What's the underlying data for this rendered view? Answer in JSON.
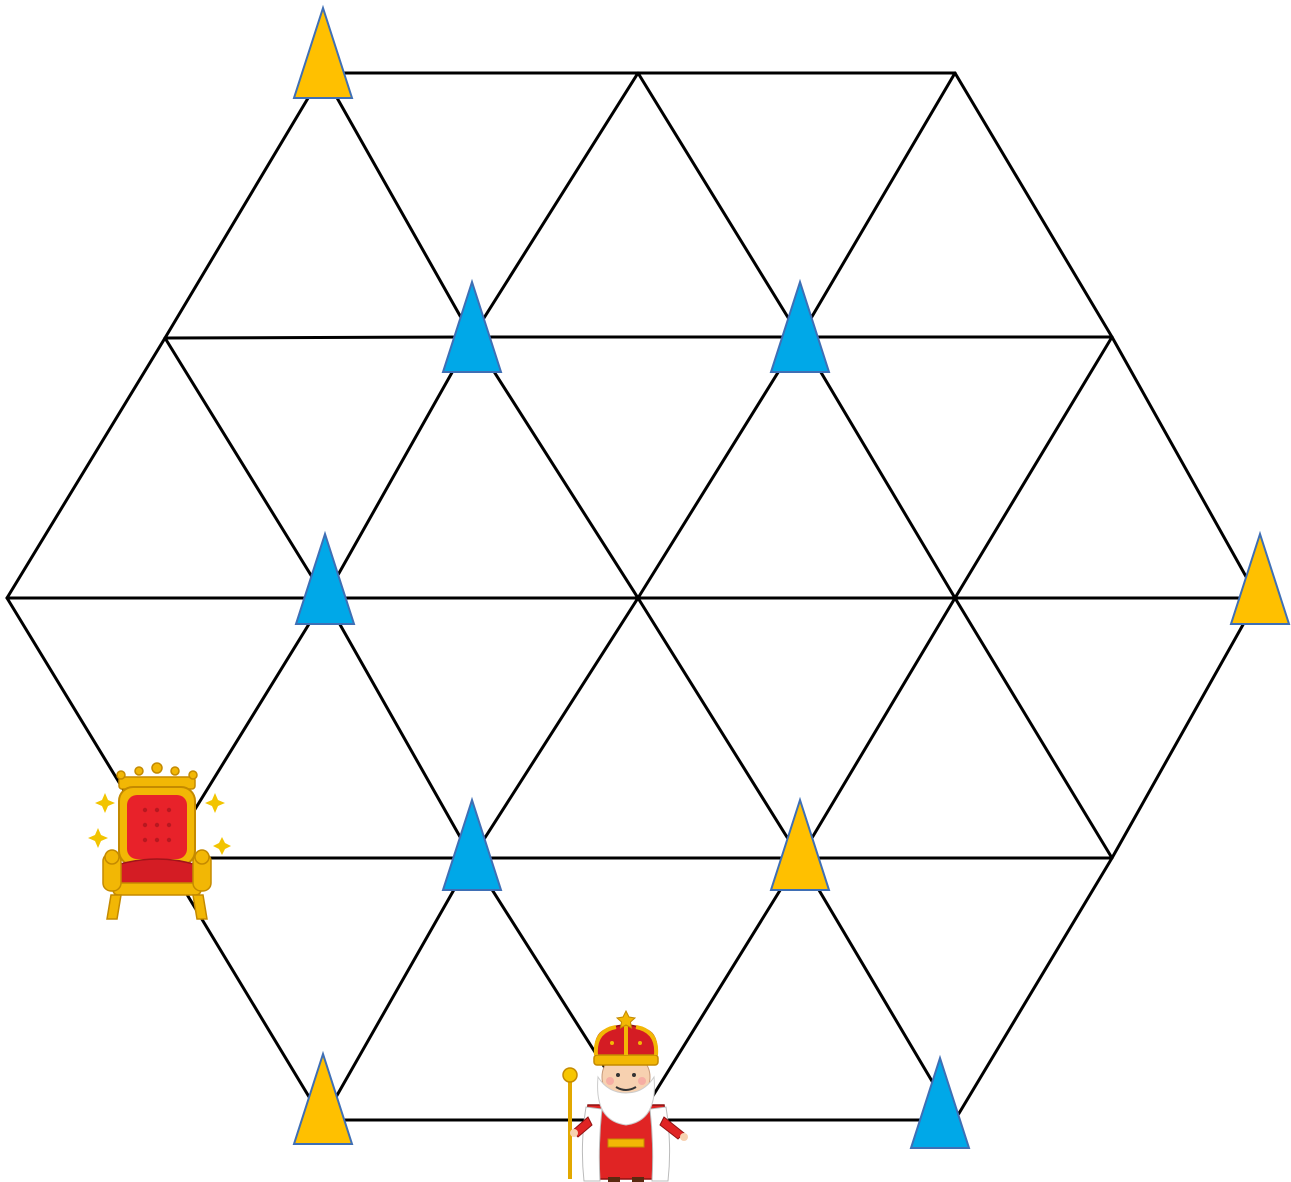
{
  "game": {
    "board_type": "triangular-grid-hexagon",
    "colors": {
      "grid_line": "#000000",
      "marker_yellow": "#FFC000",
      "marker_blue": "#00A8E8",
      "marker_outline": "#3F6FB5",
      "throne_red": "#E8222A",
      "throne_gold": "#F2B705",
      "king_robe": "#E02424",
      "king_fur": "#FFFFFF",
      "king_crown": "#F2B705"
    },
    "markers": [
      {
        "id": "m1",
        "color": "yellow"
      },
      {
        "id": "m2",
        "color": "blue"
      },
      {
        "id": "m3",
        "color": "blue"
      },
      {
        "id": "m4",
        "color": "blue"
      },
      {
        "id": "m5",
        "color": "yellow"
      },
      {
        "id": "m6",
        "color": "blue"
      },
      {
        "id": "m7",
        "color": "yellow"
      },
      {
        "id": "m8",
        "color": "yellow"
      },
      {
        "id": "m9",
        "color": "blue"
      }
    ],
    "pieces": [
      {
        "id": "throne",
        "icon": "throne-icon"
      },
      {
        "id": "king",
        "icon": "king-icon"
      }
    ]
  }
}
